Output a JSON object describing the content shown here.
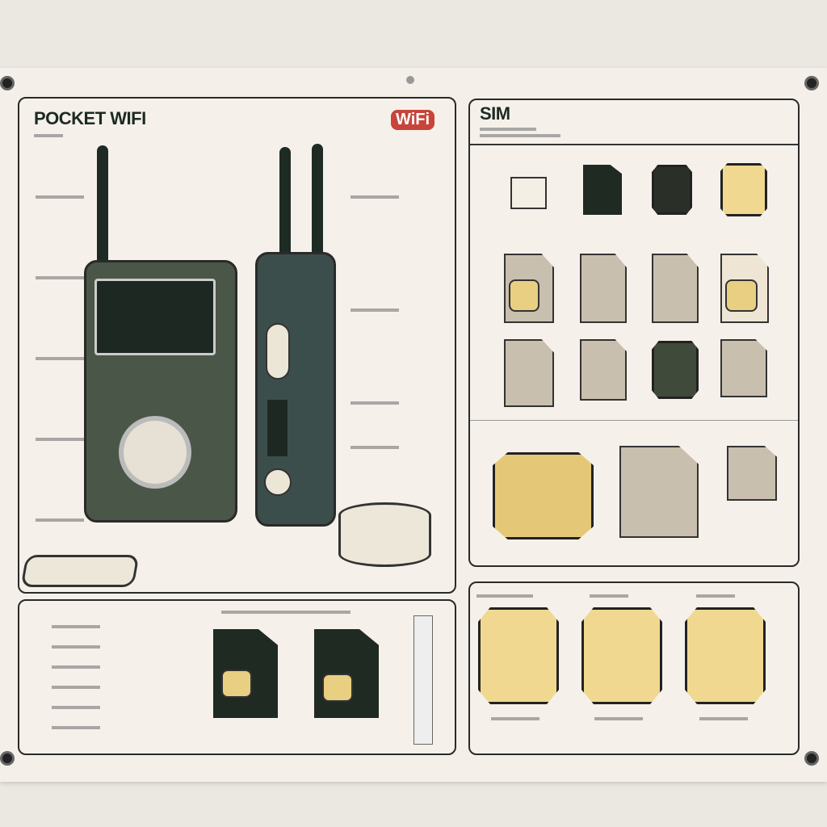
{
  "left_panel": {
    "title": "POCKET WIFI",
    "badge": "WiFi"
  },
  "right_panel": {
    "title": "SIM"
  },
  "colors": {
    "badge": "#c8443a",
    "chip_gold": "#e8cf82",
    "dark_green": "#1f2a22",
    "paper": "#f4f0e9"
  }
}
